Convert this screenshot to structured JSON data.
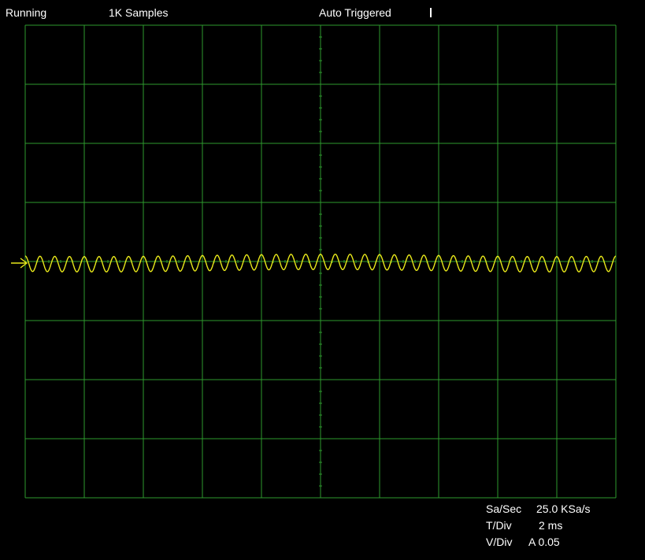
{
  "status_bar": {
    "run_state": "Running",
    "sample_count": "1K Samples",
    "trigger_mode": "Auto Triggered"
  },
  "graticule": {
    "horizontal_divisions": 10,
    "vertical_divisions": 8,
    "grid_color": "#2e9a2e"
  },
  "trace": {
    "channel": "A",
    "color": "#e8e81a",
    "cycles_on_screen": 40,
    "amplitude_divisions": 0.26
  },
  "readouts": {
    "sample_rate_label": "Sa/Sec",
    "sample_rate_value": "25.0 KSa/s",
    "time_div_label": "T/Div",
    "time_div_value": "2 ms",
    "volt_div_label": "V/Div",
    "volt_div_value": "A 0.05"
  },
  "trigger_marker": {
    "icon": "arrow-right-icon"
  }
}
